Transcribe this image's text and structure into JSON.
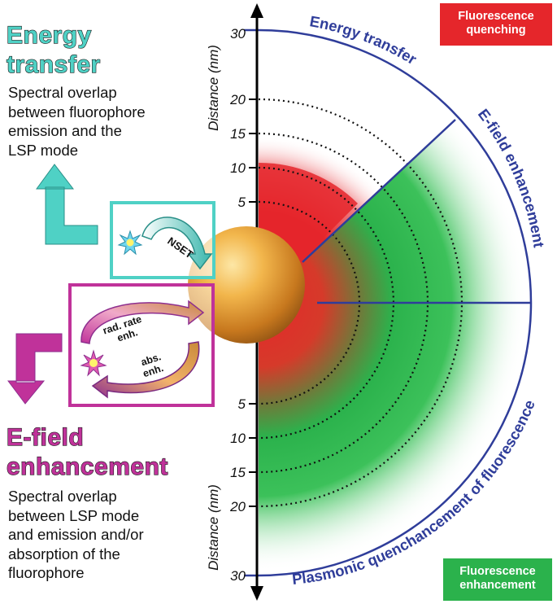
{
  "headings": {
    "energy_transfer": [
      "Energy",
      "transfer"
    ],
    "efield_enhancement": [
      "E-field",
      "enhancement"
    ]
  },
  "descriptions": {
    "energy_transfer": [
      "Spectral overlap",
      "between fluorophore",
      "emission and the",
      "LSP mode"
    ],
    "efield_enhancement": [
      "Spectral overlap",
      "between LSP mode",
      "and emission and/or",
      "absorption of the",
      "fluorophore"
    ]
  },
  "badges": {
    "quenching": [
      "Fluorescence",
      "quenching"
    ],
    "enhancement": [
      "Fluorescence",
      "enhancement"
    ]
  },
  "axis": {
    "label_top": "Distance (nm)",
    "label_bottom": "Distance (nm)",
    "ticks": [
      "30",
      "20",
      "15",
      "10",
      "5"
    ]
  },
  "arc_labels": {
    "top": "Energy transfer",
    "right": "E-field enhancement",
    "bottom": "Plasmonic quenchancement of fluorescence"
  },
  "mechanisms": {
    "nset": "NSET",
    "rad_rate": [
      "rad. rate",
      "enh."
    ],
    "abs": [
      "abs.",
      "enh."
    ]
  },
  "colors": {
    "teal": "#4fd1c5",
    "magenta": "#c0329a",
    "quench_red": "#e5262b",
    "enhance_green": "#2bb24c",
    "arc_blue": "#2f3d9a",
    "sphere_gold": "#e8a13a"
  },
  "icons": {
    "up_arrow": "teal-up-right-angle-arrow",
    "down_arrow": "magenta-down-left-angle-arrow",
    "fluorophore": "star-burst-icon",
    "nanoparticle": "gold-sphere-icon"
  }
}
